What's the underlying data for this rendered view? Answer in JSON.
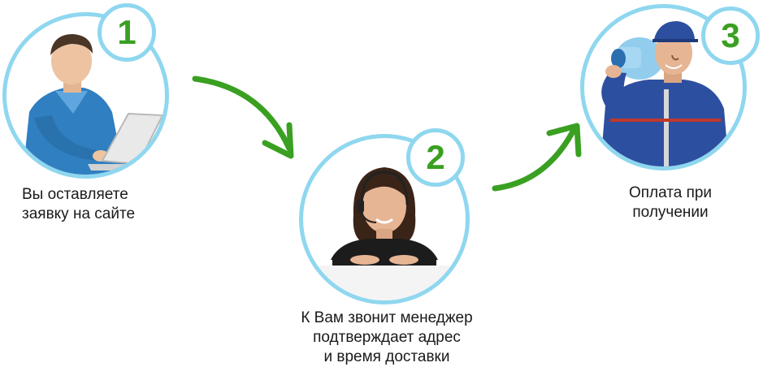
{
  "steps": [
    {
      "number": "1",
      "caption_lines": [
        "Вы оставляете",
        "заявку на сайте"
      ]
    },
    {
      "number": "2",
      "caption_lines": [
        "К Вам звонит менеджер",
        "подтверждает адрес",
        "и время доставки"
      ]
    },
    {
      "number": "3",
      "caption_lines": [
        "Оплата при",
        "получении"
      ]
    }
  ],
  "colors": {
    "circle_border": "#8fd7ef",
    "number_and_arrow": "#3aa021",
    "caption_text": "#1a1a1a"
  },
  "icons": {
    "step1_image": "man-with-laptop",
    "step2_image": "operator-with-headset",
    "step3_image": "delivery-man-with-water-bottle",
    "connector": "curved-arrow"
  }
}
